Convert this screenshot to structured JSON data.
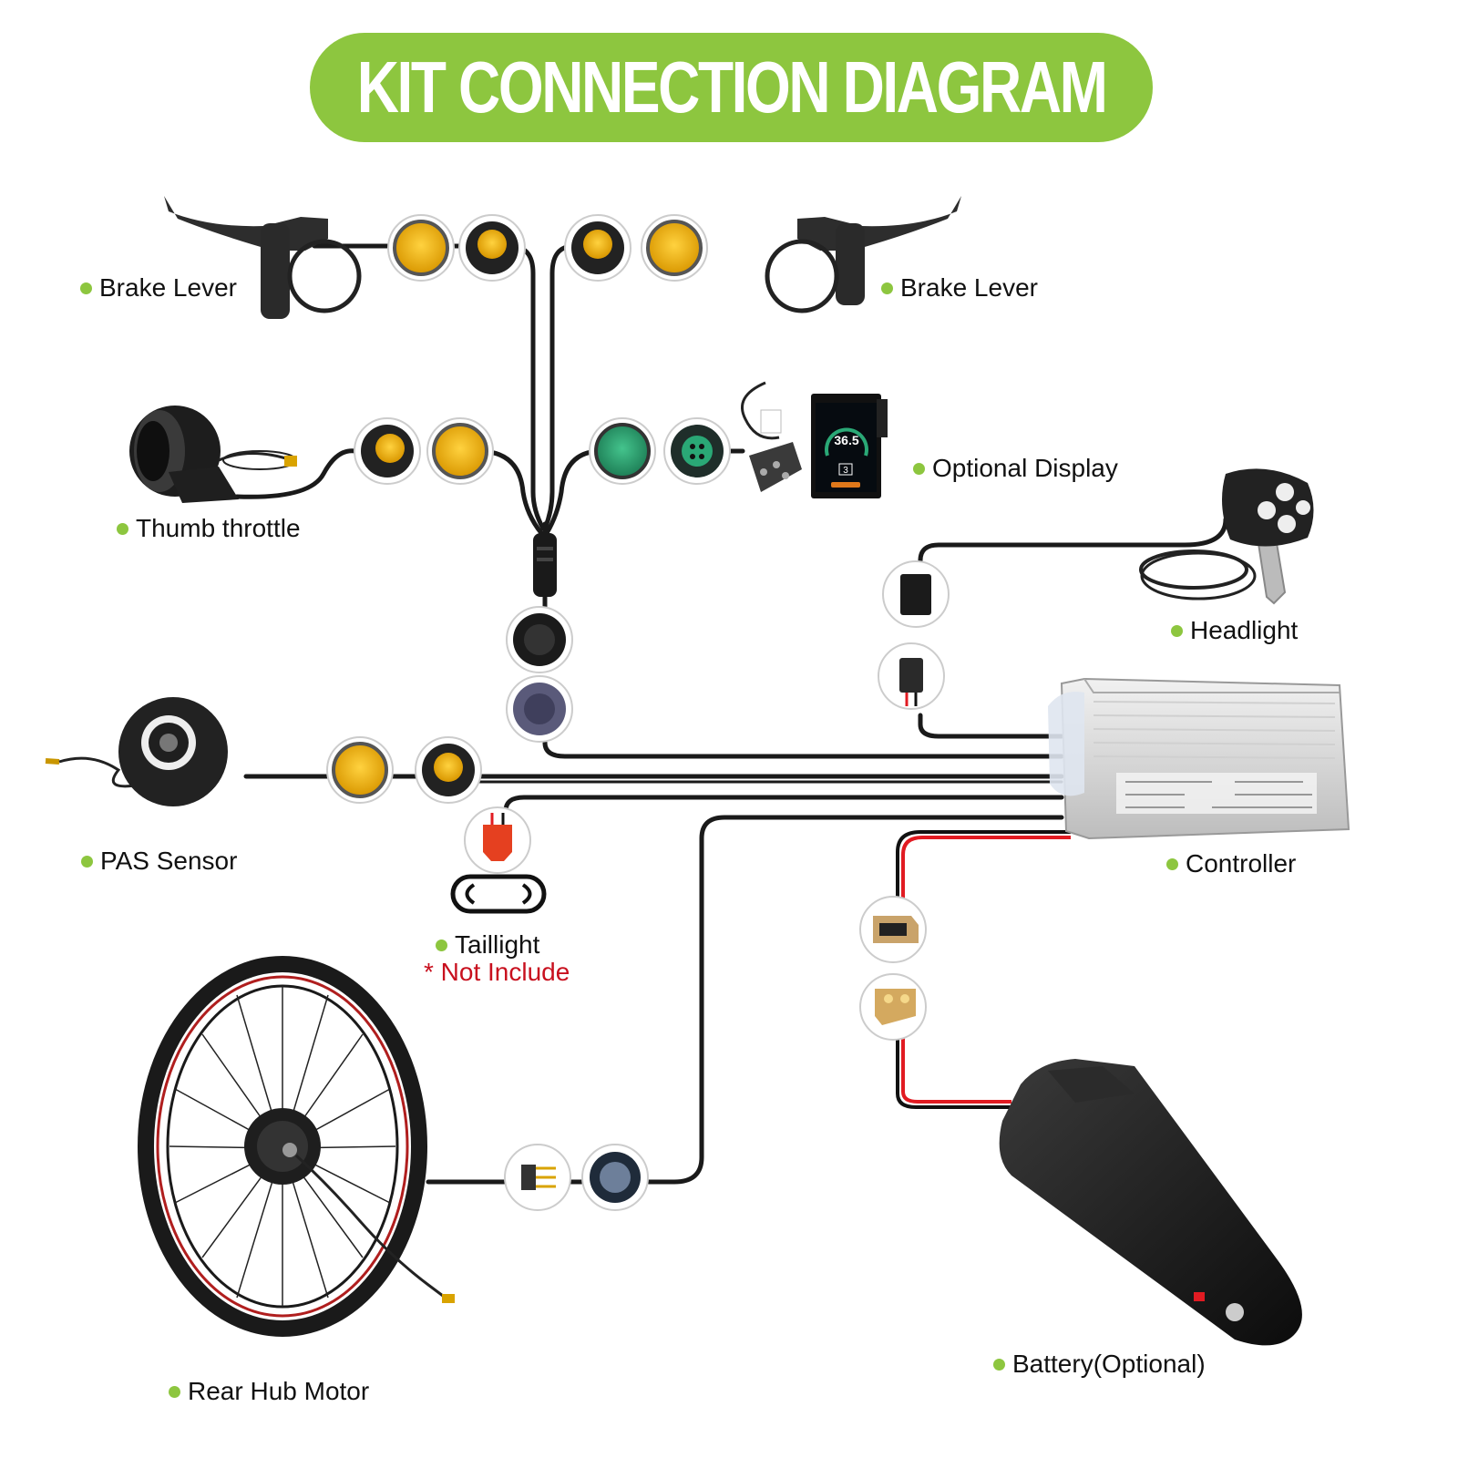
{
  "title": "KIT CONNECTION DIAGRAM",
  "colors": {
    "banner": "#8dc63f",
    "bullet": "#8dc63f",
    "cable": "#1a1a1a",
    "connector_yellow": "#f2b705",
    "connector_green": "#2aa876",
    "power_red": "#e11b22",
    "note_red": "#c8101e"
  },
  "components": [
    {
      "id": "brake-lever-left",
      "label": "Brake Lever"
    },
    {
      "id": "brake-lever-right",
      "label": "Brake Lever"
    },
    {
      "id": "thumb-throttle",
      "label": "Thumb throttle"
    },
    {
      "id": "optional-display",
      "label": "Optional Display"
    },
    {
      "id": "headlight",
      "label": "Headlight"
    },
    {
      "id": "pas-sensor",
      "label": "PAS Sensor"
    },
    {
      "id": "controller",
      "label": "Controller"
    },
    {
      "id": "taillight",
      "label": "Taillight",
      "note": "* Not Include"
    },
    {
      "id": "rear-hub-motor",
      "label": "Rear Hub Motor"
    },
    {
      "id": "battery",
      "label": "Battery(Optional)"
    }
  ],
  "display_screen": {
    "speed": "36.5",
    "level": "3"
  },
  "connections": [
    {
      "from": "brake-lever-left",
      "to": "controller",
      "connector": "yellow"
    },
    {
      "from": "brake-lever-right",
      "to": "controller",
      "connector": "yellow"
    },
    {
      "from": "thumb-throttle",
      "to": "controller",
      "connector": "yellow"
    },
    {
      "from": "optional-display",
      "to": "controller",
      "connector": "green"
    },
    {
      "from": "headlight",
      "to": "controller",
      "connector": "plug"
    },
    {
      "from": "pas-sensor",
      "to": "controller",
      "connector": "yellow"
    },
    {
      "from": "taillight",
      "to": "controller",
      "connector": "red"
    },
    {
      "from": "rear-hub-motor",
      "to": "controller",
      "connector": "round"
    },
    {
      "from": "battery",
      "to": "controller",
      "connector": "XT60"
    }
  ]
}
